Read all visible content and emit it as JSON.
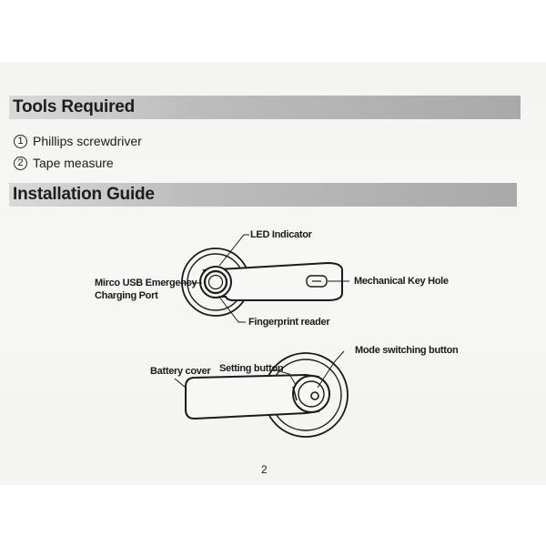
{
  "tools": {
    "heading": "Tools Required",
    "items": [
      {
        "num": "1",
        "label": "Phillips screwdriver"
      },
      {
        "num": "2",
        "label": "Tape measure"
      }
    ]
  },
  "guide": {
    "heading": "Installation Guide",
    "labels": {
      "led": "LED Indicator",
      "usb_line1": "Mirco USB Emergency",
      "usb_line2": "Charging Port",
      "keyhole": "Mechanical Key Hole",
      "fingerprint": "Fingerprint reader",
      "mode": "Mode switching button",
      "battery": "Battery cover",
      "setting": "Setting button"
    }
  },
  "page_number": "2"
}
